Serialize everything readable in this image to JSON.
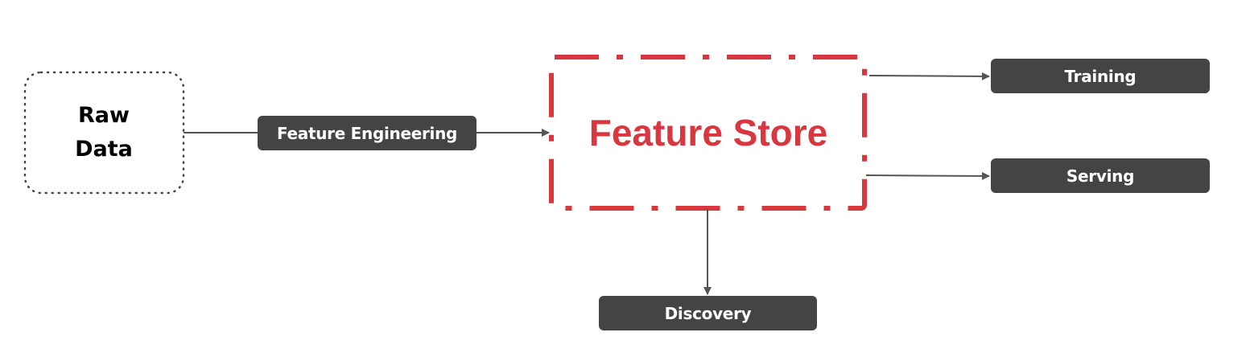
{
  "nodes": {
    "raw_data": {
      "line1": "Raw",
      "line2": "Data"
    },
    "feature_engineering": "Feature Engineering",
    "feature_store": "Feature Store",
    "training": "Training",
    "serving": "Serving",
    "discovery": "Discovery"
  },
  "colors": {
    "accent": "#d9373f",
    "node_bg": "#444444",
    "connector": "#555555"
  }
}
